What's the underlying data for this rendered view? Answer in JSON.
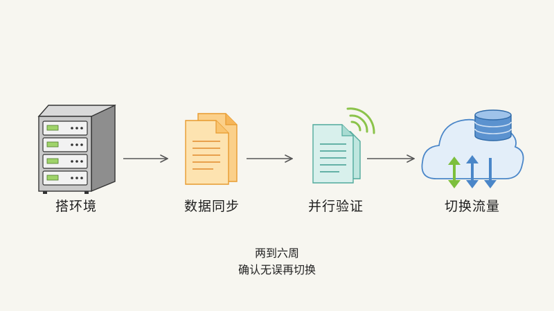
{
  "steps": [
    {
      "id": "build",
      "label": "搭环境",
      "icon": "server-rack-icon"
    },
    {
      "id": "sync",
      "label": "数据同步",
      "icon": "documents-icon"
    },
    {
      "id": "verify",
      "label": "并行验证",
      "icon": "document-signal-icon"
    },
    {
      "id": "switch",
      "label": "切换流量",
      "icon": "cloud-database-icon"
    }
  ],
  "note": {
    "line1": "两到六周",
    "line2": "确认无误再切换"
  },
  "colors": {
    "background": "#f7f6f0",
    "arrow": "#555555",
    "doc_orange": "#f2a640",
    "doc_teal": "#6cc3b5",
    "cloud_blue": "#4a86c8",
    "arrow_green": "#7cbf3d",
    "signal_green": "#8bc34a"
  }
}
